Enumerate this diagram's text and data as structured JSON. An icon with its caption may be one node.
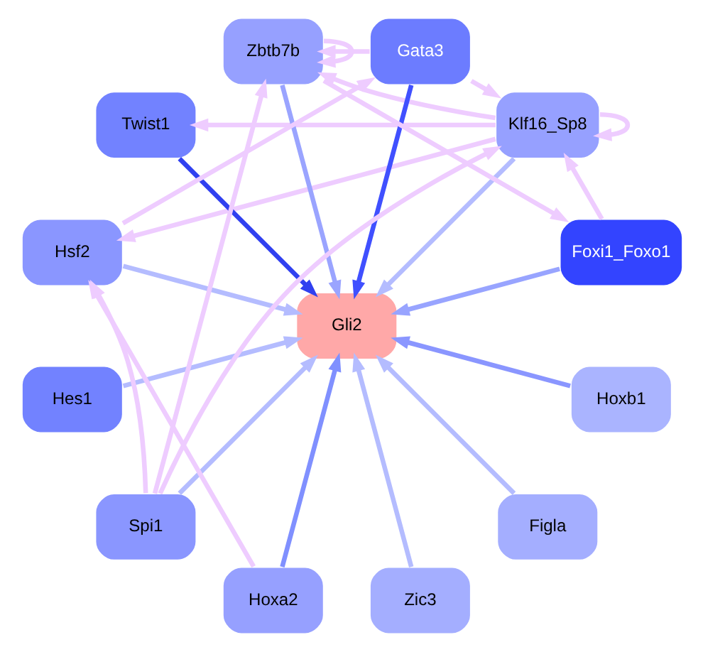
{
  "diagram": {
    "nodes": [
      {
        "text": [
          "Zbtb7b"
        ]
      },
      {
        "text": [
          "Gata3"
        ]
      },
      {
        "text": [
          "Twist1"
        ]
      },
      {
        "text": [
          "Klf16_Sp8"
        ]
      },
      {
        "text": [
          "Hsf2"
        ]
      },
      {
        "text": [
          "Foxi1_Foxo1"
        ]
      },
      {
        "text": [
          "Gli2"
        ]
      },
      {
        "text": [
          "Hes1"
        ]
      },
      {
        "text": [
          "Hoxb1"
        ]
      },
      {
        "text": [
          "Spi1"
        ]
      },
      {
        "text": [
          "Figla"
        ]
      },
      {
        "text": [
          "Hoxa2"
        ]
      },
      {
        "text": [
          "Zic3"
        ]
      }
    ],
    "edges": [
      {
        "from": 0,
        "to": 6,
        "arrow": "to",
        "color": "#9aa4ff"
      },
      {
        "from": 1,
        "to": 6,
        "arrow": "to",
        "color": "#4050ff"
      },
      {
        "from": 2,
        "to": 6,
        "arrow": "to",
        "color": "#3040f0"
      },
      {
        "from": 3,
        "to": 6,
        "arrow": "to"
      },
      {
        "from": 4,
        "to": 6,
        "arrow": "to"
      },
      {
        "from": 5,
        "to": 6,
        "arrow": "to",
        "color": "#98a4ff"
      },
      {
        "from": 7,
        "to": 6,
        "arrow": "to"
      },
      {
        "from": 8,
        "to": 6,
        "arrow": "to",
        "color": "#8a96ff"
      },
      {
        "from": 9,
        "to": 6,
        "arrow": "to"
      },
      {
        "from": 11,
        "to": 6,
        "arrow": "to",
        "color": "#8090ff"
      },
      {
        "from": 12,
        "to": 6,
        "arrow": "to"
      },
      {
        "from": 10,
        "to": 6,
        "arrow": "to"
      },
      {
        "from": 0,
        "to": 0,
        "arrow": "to",
        "color": "#eeccff"
      },
      {
        "from": 1,
        "to": 0,
        "arrow": "to",
        "color": "#eeccff"
      },
      {
        "from": 1,
        "to": 3,
        "arrow": "to",
        "color": "#eeccff"
      },
      {
        "from": 3,
        "to": 3,
        "arrow": "to",
        "color": "#eeccff"
      },
      {
        "from": 3,
        "to": 2,
        "arrow": "to",
        "color": "#eeccff"
      },
      {
        "from": 3,
        "to": 0,
        "arrow": "to",
        "color": "#eeccff"
      },
      {
        "from": 0,
        "to": 5,
        "arrow": "to",
        "color": "#eeccff"
      },
      {
        "from": 5,
        "to": 3,
        "arrow": "to",
        "color": "#eeccff"
      },
      {
        "from": 3,
        "to": 4,
        "arrow": "to",
        "color": "#eeccff"
      },
      {
        "from": 4,
        "to": 1,
        "arrow": "to",
        "color": "#eeccff"
      },
      {
        "from": 9,
        "to": 0,
        "arrow": "to",
        "color": "#eeccff"
      },
      {
        "from": 9,
        "to": 3,
        "arrow": "to",
        "color": "#eeccff"
      },
      {
        "from": 9,
        "to": 4,
        "arrow": "to",
        "color": "#eeccff"
      },
      {
        "from": 11,
        "to": 4,
        "arrow": "to",
        "color": "#eeccff"
      }
    ]
  }
}
